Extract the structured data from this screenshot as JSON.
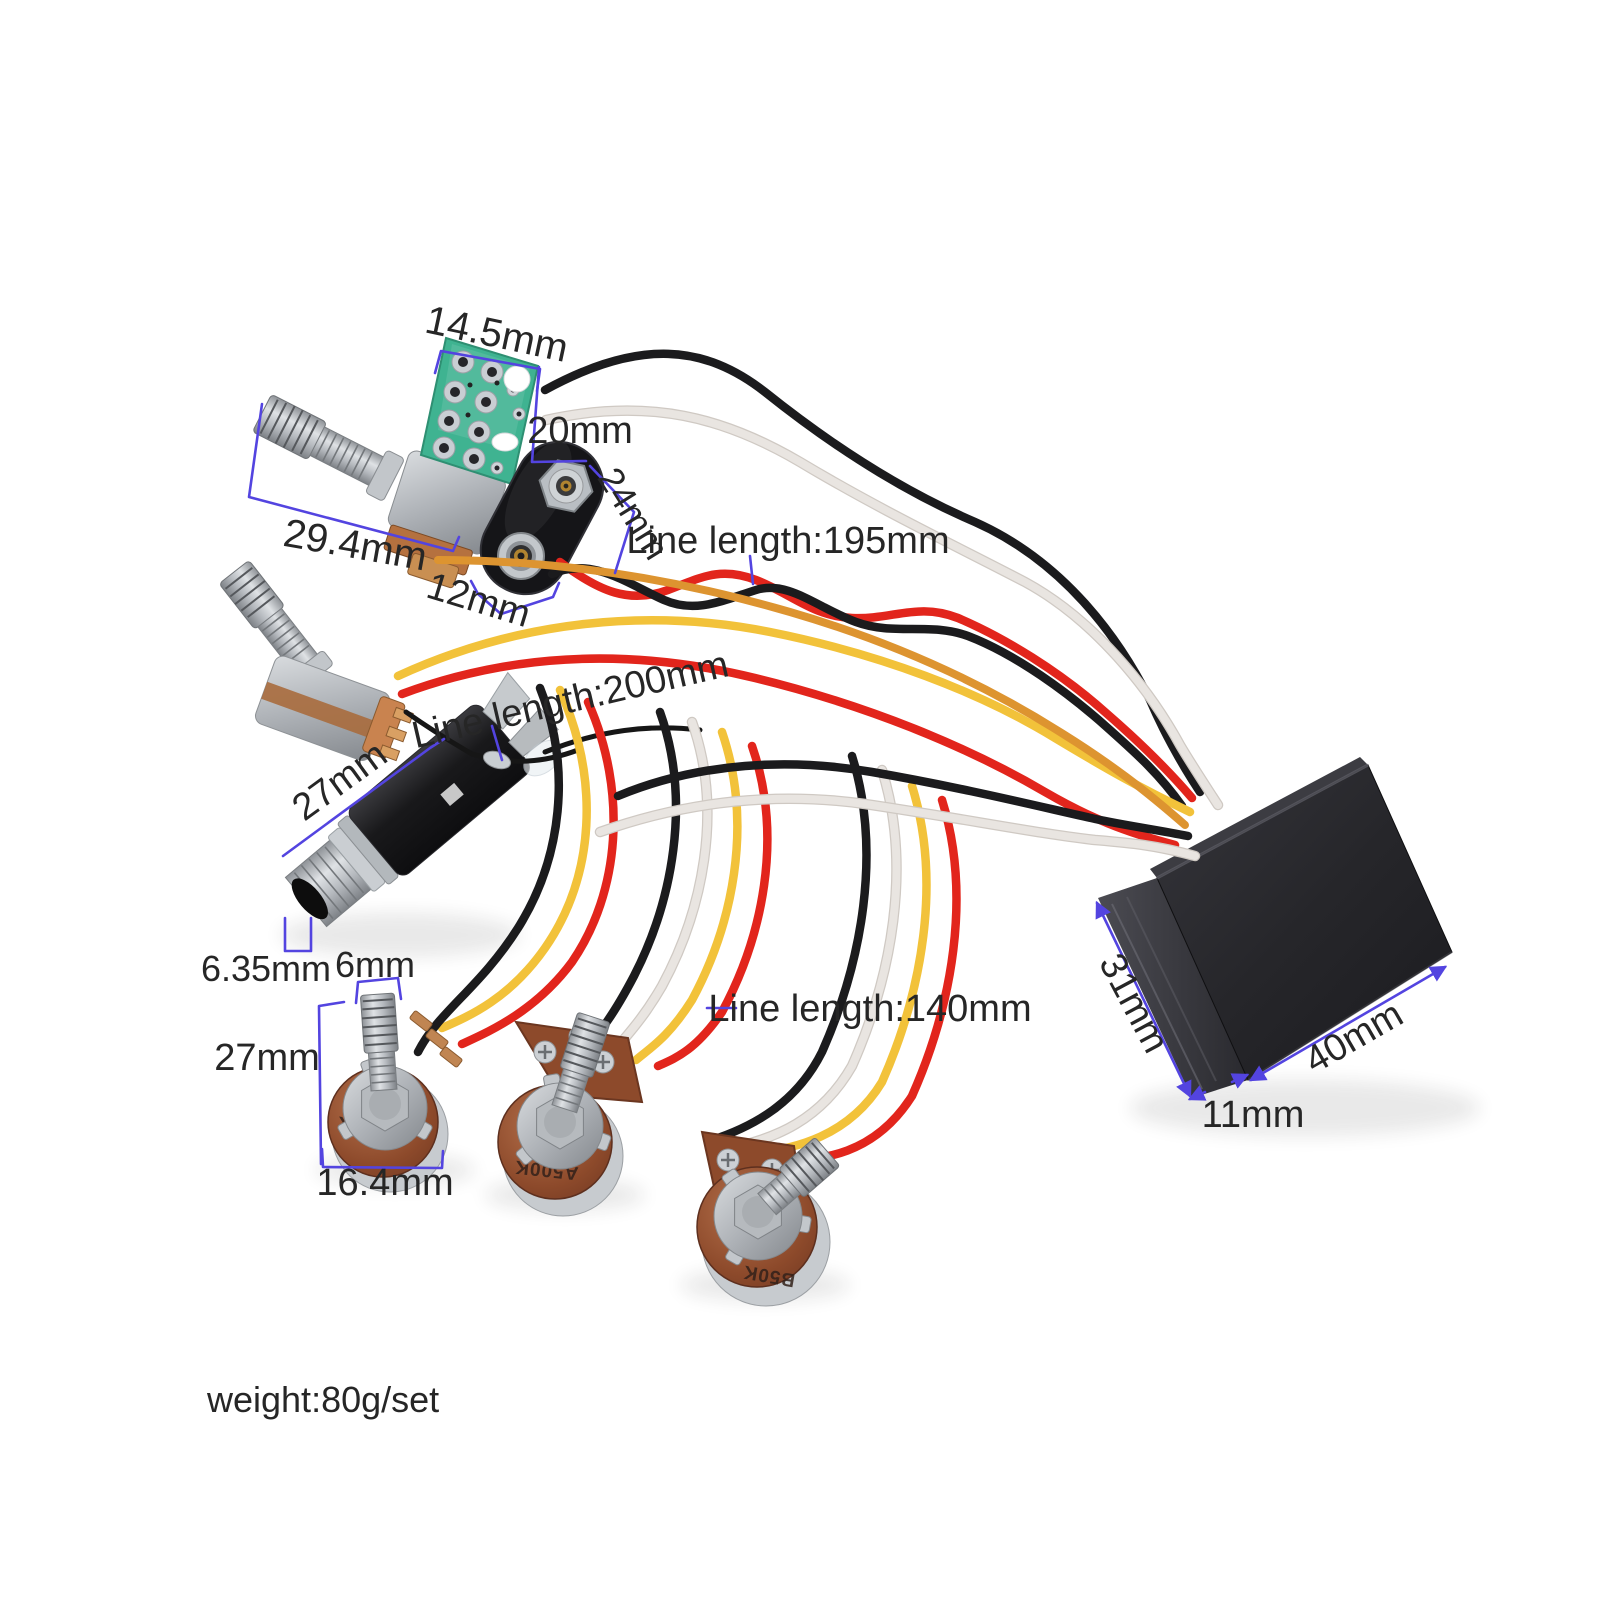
{
  "scene": {
    "type": "annotated product photo",
    "subject": "bass preamp EQ wiring harness kit with potentiometers, 9V battery clip, output jack and control box"
  },
  "labels": {
    "pcb_width": "14.5mm",
    "pot1_length": "29.4mm",
    "clip_top": "20mm",
    "clip_side": "24mm",
    "clip_bottom": "12mm",
    "line_top": "Line length:195mm",
    "line_mid": "Line length:200mm",
    "line_bottom": "Line length:140mm",
    "jack_length": "27mm",
    "jack_tip_dia": "6.35mm",
    "shaft_dia": "6mm",
    "pot_height": "27mm",
    "pot_base_dia": "16.4mm",
    "box_side": "31mm",
    "box_front": "40mm",
    "box_depth": "11mm",
    "weight": "weight:80g/set"
  },
  "stamps": {
    "pot_a": "B50K",
    "pot_b": "A500K",
    "pot_c": "B50K"
  },
  "colors": {
    "annotation_blue": "#5344e0",
    "text": "#262626",
    "wire_red": "#e2251c",
    "wire_yellow": "#f2c23a",
    "wire_orange": "#dd9430",
    "wire_black": "#1b1b1d",
    "wire_white": "#e9e5e1",
    "pcb_green": "#3fb391",
    "pot_base_brown": "#8d4a2b",
    "metal_silver": "#c6cacf",
    "box_black": "#242428",
    "background": "#ffffff"
  }
}
